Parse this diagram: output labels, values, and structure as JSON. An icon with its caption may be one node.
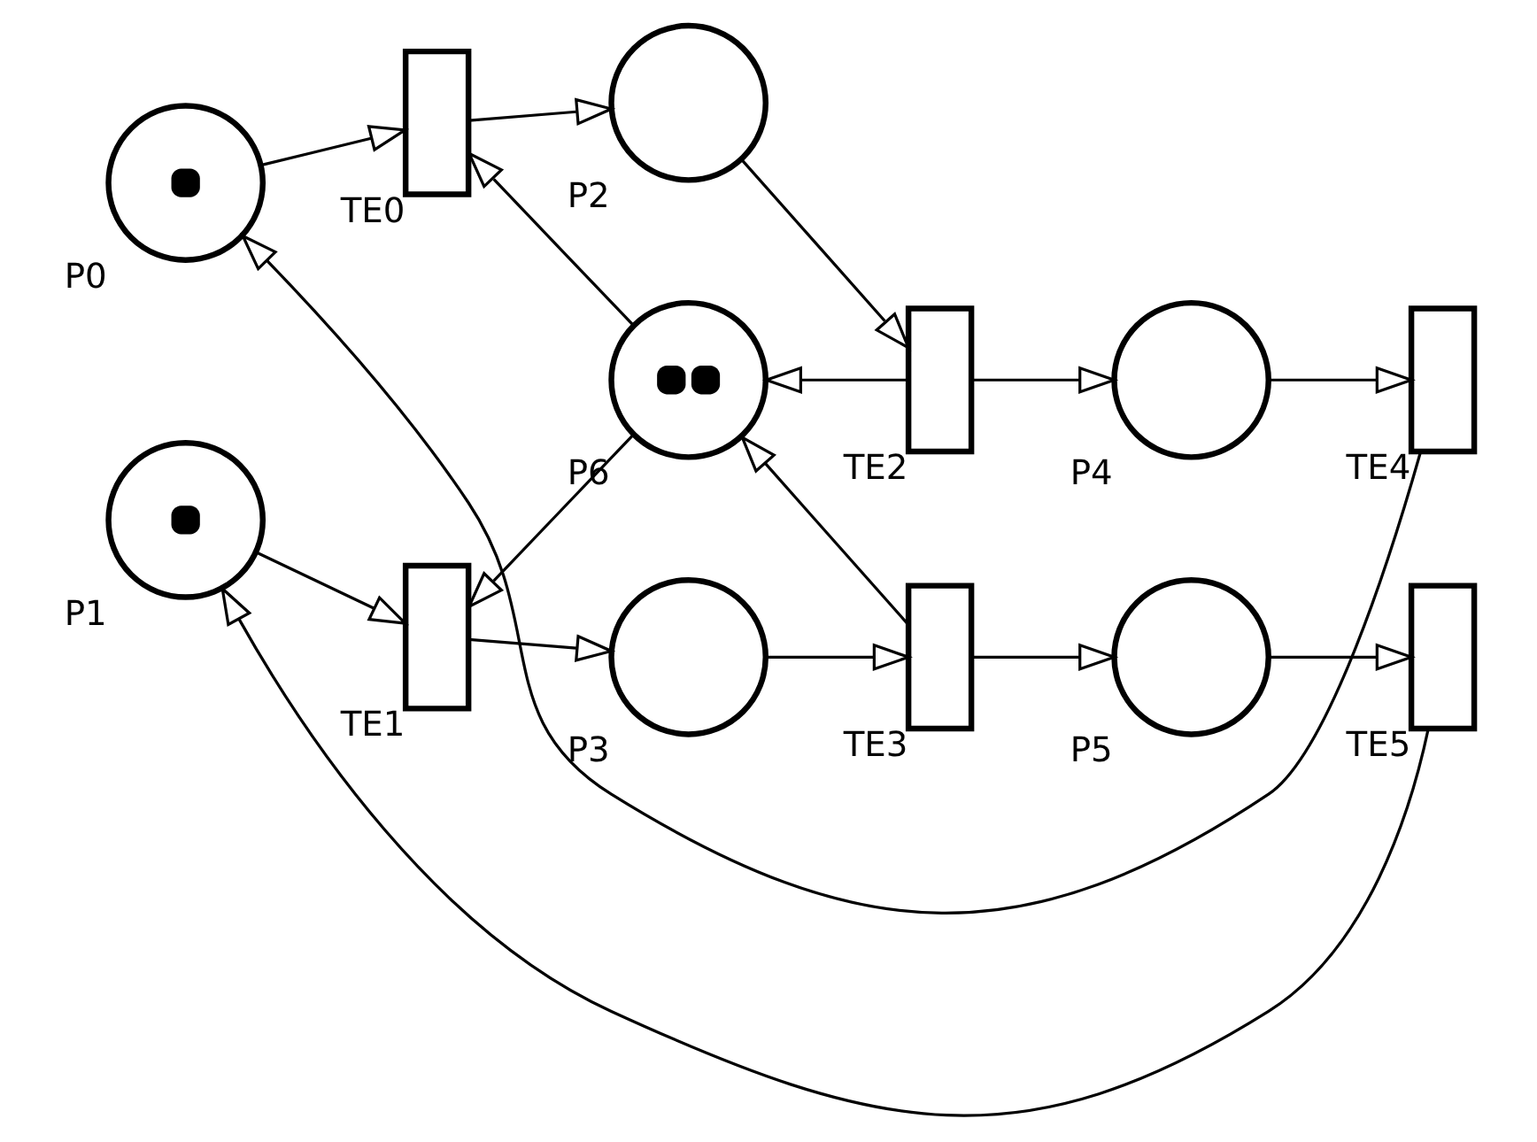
{
  "diagram": {
    "nodes": [
      {
        "text": [
          "P0"
        ]
      },
      {
        "text": [
          "TE0"
        ]
      },
      {
        "text": [
          "P2"
        ]
      },
      {
        "text": [
          "TE2"
        ]
      },
      {
        "text": [
          "P4"
        ]
      },
      {
        "text": [
          "TE4"
        ]
      },
      {
        "text": [
          "P6"
        ]
      },
      {
        "text": [
          "P1"
        ]
      },
      {
        "text": [
          "TE1"
        ]
      },
      {
        "text": [
          "P3"
        ]
      },
      {
        "text": [
          "TE3"
        ]
      },
      {
        "text": [
          "P5"
        ]
      },
      {
        "text": [
          "TE5"
        ]
      }
    ],
    "edges": [
      {
        "from": 0,
        "to": 1,
        "arrow": "to"
      },
      {
        "from": 1,
        "to": 2,
        "arrow": "to"
      },
      {
        "from": 2,
        "to": 3,
        "arrow": "to"
      },
      {
        "from": 3,
        "to": 4,
        "arrow": "to"
      },
      {
        "from": 4,
        "to": 5,
        "arrow": "to"
      },
      {
        "from": 5,
        "to": 0,
        "arrow": "to"
      },
      {
        "from": 3,
        "to": 6,
        "arrow": "to"
      },
      {
        "from": 6,
        "to": 1,
        "arrow": "to"
      },
      {
        "from": 6,
        "to": 8,
        "arrow": "to"
      },
      {
        "from": 7,
        "to": 8,
        "arrow": "to"
      },
      {
        "from": 8,
        "to": 9,
        "arrow": "to"
      },
      {
        "from": 9,
        "to": 10,
        "arrow": "to"
      },
      {
        "from": 10,
        "to": 6,
        "arrow": "to"
      },
      {
        "from": 10,
        "to": 11,
        "arrow": "to"
      },
      {
        "from": 11,
        "to": 12,
        "arrow": "to"
      },
      {
        "from": 12,
        "to": 7,
        "arrow": "to"
      }
    ]
  }
}
